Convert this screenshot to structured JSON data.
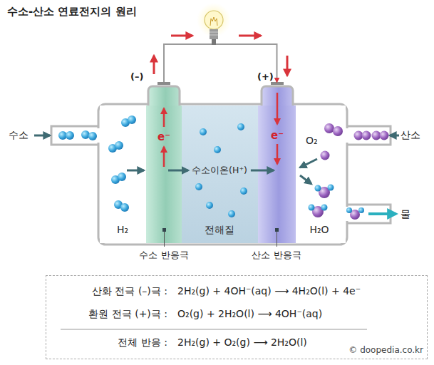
{
  "diagram": {
    "title": "수소-산소 연료전지의 원리",
    "nodes": [
      {
        "text": [
          "H₂"
        ]
      },
      {
        "text": [
          "e⁻"
        ]
      },
      {
        "text": [
          "수소이온(H⁺)",
          "전해질"
        ]
      },
      {
        "text": [
          "e⁻"
        ]
      },
      {
        "text": [
          "O₂",
          "H₂O"
        ]
      },
      {
        "text": [
          "산화 전극 (–)극 :",
          "2H₂(g) + 4OH⁻(aq) ⟶ 4H₂O(l) + 4e⁻",
          "환원 전극 (+)극 :",
          "O₂(g) + 2H₂O(l) ⟶ 4OH⁻(aq)",
          "전체 반응 :",
          "2H₂(g) + O₂(g) ⟶ 2H₂O(l)"
        ]
      }
    ],
    "edges": [
      {
        "from": 1,
        "to": 3,
        "arrow": "to"
      }
    ],
    "labels": [
      "(–)",
      "(+)",
      "수소",
      "산소",
      "물",
      "수소 반응극",
      "산소 반응극",
      "© doopedia.co.kr"
    ]
  }
}
